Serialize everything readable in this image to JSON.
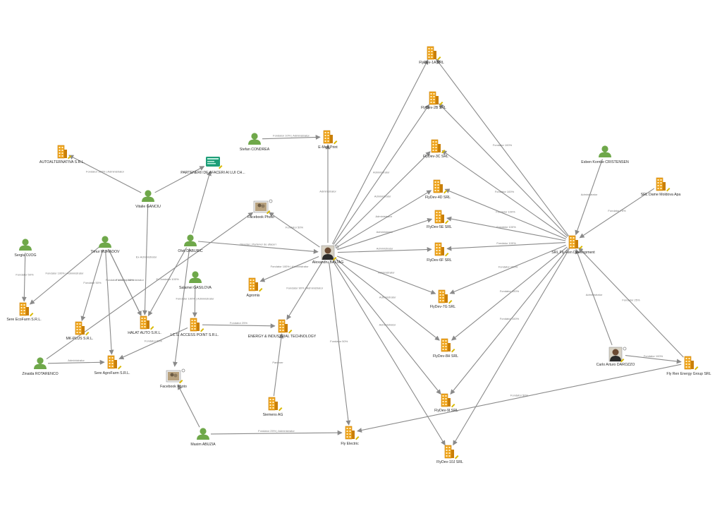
{
  "colors": {
    "person": "#6fa84a",
    "company": "#f0a51e",
    "company_dark": "#c97f08",
    "edge": "#8a8a8a",
    "badge": "#d9b800",
    "doc": "#1e9e78"
  },
  "nodes": [
    {
      "id": "flydev1a",
      "type": "company",
      "label": "FlyDev-1A SRL"
    },
    {
      "id": "flydev2b",
      "type": "company",
      "label": "FlyDev-2B SRL"
    },
    {
      "id": "flydev3c",
      "type": "company",
      "label": "FlyDev-3C SRL"
    },
    {
      "id": "flydev4d",
      "type": "company",
      "label": "FlyDev-4D SRL"
    },
    {
      "id": "flydev5e",
      "type": "company",
      "label": "FlyDev-5E SRL"
    },
    {
      "id": "flydev6f",
      "type": "company",
      "label": "FlyDev-6F SRL"
    },
    {
      "id": "flydev7g",
      "type": "company",
      "label": "FlyDev-7G SRL"
    },
    {
      "id": "flydev8h",
      "type": "company",
      "label": "FlyDev-8H SRL"
    },
    {
      "id": "flydev9i",
      "type": "company",
      "label": "FlyDev-9I SRL"
    },
    {
      "id": "flydev10j",
      "type": "company",
      "label": "FlyDev-10J SRL"
    },
    {
      "id": "flyren_dev",
      "type": "company",
      "label": "SRL Fly-Ren Development"
    },
    {
      "id": "flyren_energy",
      "type": "company",
      "label": "Fly Ren Energy Group SRL"
    },
    {
      "id": "fly_electric",
      "type": "company",
      "label": "Fly Electric"
    },
    {
      "id": "energy_tech",
      "type": "company",
      "label": "ENERGY & INDUSTRIAL TECHNOLOGY"
    },
    {
      "id": "siemens",
      "type": "company",
      "label": "Siemens AG"
    },
    {
      "id": "agromis",
      "type": "company",
      "label": "Agromis"
    },
    {
      "id": "emed",
      "type": "company",
      "label": "E-Med Print"
    },
    {
      "id": "autoalternativa",
      "type": "company",
      "label": "AUTOALTERNATIVA S.R.L."
    },
    {
      "id": "serei_ecofarm",
      "type": "company",
      "label": "Sere EcoFarm S.R.L."
    },
    {
      "id": "mkplus",
      "type": "company",
      "label": "MK-PLUS S.R.L."
    },
    {
      "id": "halat_auto",
      "type": "company",
      "label": "HALAT AUTO S.R.L."
    },
    {
      "id": "ics_access",
      "type": "company",
      "label": "I.C.S. ACCESS POINT S.R.L."
    },
    {
      "id": "sere_agrofarm",
      "type": "company",
      "label": "Sere AgroFarm S.R.L."
    },
    {
      "id": "srl_dame",
      "type": "company",
      "label": "SRL Dame Moldova Apa"
    },
    {
      "id": "parteneri",
      "type": "doc",
      "label": "PARTENERII DE AFACERI AI LUI CH..."
    },
    {
      "id": "fbphoto1",
      "type": "photo",
      "label": "Facebook Photo"
    },
    {
      "id": "fbphoto2",
      "type": "photo",
      "label": "Facebook Photo"
    },
    {
      "id": "baltag",
      "type": "portrait",
      "label": "Alexandru BALTAG"
    },
    {
      "id": "darozzo",
      "type": "portrait",
      "label": "Carlo Arturo DAROZZO"
    },
    {
      "id": "condrea",
      "type": "person",
      "label": "Stefan CONDREA"
    },
    {
      "id": "gancu",
      "type": "person",
      "label": "Vitalie GANCIU"
    },
    {
      "id": "daburic",
      "type": "person",
      "label": "Olvit DABURIC"
    },
    {
      "id": "gasilova",
      "type": "person",
      "label": "Salamei GASILOVA"
    },
    {
      "id": "muradov",
      "type": "person",
      "label": "Timur MURADOV"
    },
    {
      "id": "ojog",
      "type": "person",
      "label": "Sergiu OJOG"
    },
    {
      "id": "rotarenco",
      "type": "person",
      "label": "Zinaida ROTARENCO"
    },
    {
      "id": "abuzia",
      "type": "person",
      "label": "Maxim ABUZIA"
    },
    {
      "id": "cristensen",
      "type": "person",
      "label": "Esben Kornke CRISTENSEN"
    }
  ],
  "edges": [
    {
      "from": "baltag",
      "to": "flydev1a",
      "label": ""
    },
    {
      "from": "baltag",
      "to": "flydev2b",
      "label": "Administrator"
    },
    {
      "from": "baltag",
      "to": "flydev3c",
      "label": "Administrator"
    },
    {
      "from": "baltag",
      "to": "flydev4d",
      "label": "Administrator"
    },
    {
      "from": "baltag",
      "to": "flydev5e",
      "label": "Administrator"
    },
    {
      "from": "baltag",
      "to": "flydev6f",
      "label": "Administrator"
    },
    {
      "from": "baltag",
      "to": "flydev7g",
      "label": "Administrator"
    },
    {
      "from": "baltag",
      "to": "flydev8h",
      "label": "Administrator"
    },
    {
      "from": "baltag",
      "to": "flydev9i",
      "label": "Administrator"
    },
    {
      "from": "baltag",
      "to": "flydev10j",
      "label": ""
    },
    {
      "from": "baltag",
      "to": "emed",
      "label": "Administrator"
    },
    {
      "from": "baltag",
      "to": "fbphoto1",
      "label": "Fondator 50%"
    },
    {
      "from": "baltag",
      "to": "agromis",
      "label": "Fondator 100% | Administrator"
    },
    {
      "from": "baltag",
      "to": "energy_tech",
      "label": "Fondator 90% | Administrator"
    },
    {
      "from": "baltag",
      "to": "fly_electric",
      "label": "Fondator 50%"
    },
    {
      "from": "flyren_dev",
      "to": "flydev1a",
      "label": "Fondator 100%"
    },
    {
      "from": "flyren_dev",
      "to": "flydev2b",
      "label": ""
    },
    {
      "from": "flyren_dev",
      "to": "flydev3c",
      "label": "Fondator 100%"
    },
    {
      "from": "flyren_dev",
      "to": "flydev4d",
      "label": "Fondator 100%"
    },
    {
      "from": "flyren_dev",
      "to": "flydev5e",
      "label": "Fondator 100%"
    },
    {
      "from": "flyren_dev",
      "to": "flydev6f",
      "label": "Fondator 100%"
    },
    {
      "from": "flyren_dev",
      "to": "flydev7g",
      "label": "Fondator 100%"
    },
    {
      "from": "flyren_dev",
      "to": "flydev8h",
      "label": "Fondator 100%"
    },
    {
      "from": "flyren_dev",
      "to": "flydev9i",
      "label": "Fondator 100%"
    },
    {
      "from": "flyren_dev",
      "to": "flydev10j",
      "label": ""
    },
    {
      "from": "cristensen",
      "to": "flyren_dev",
      "label": "Administrator"
    },
    {
      "from": "srl_dame",
      "to": "flyren_dev",
      "label": "Fondator 75%"
    },
    {
      "from": "darozzo",
      "to": "flyren_dev",
      "label": "Administrator"
    },
    {
      "from": "darozzo",
      "to": "flyren_energy",
      "label": "Fondator 100%"
    },
    {
      "from": "flyren_energy",
      "to": "flyren_dev",
      "label": "Fondator 25%"
    },
    {
      "from": "flyren_energy",
      "to": "fly_electric",
      "label": "Fondator 50%"
    },
    {
      "from": "condrea",
      "to": "emed",
      "label": "Fondator 10% | Administrator"
    },
    {
      "from": "daburic",
      "to": "baltag",
      "label": "Director | Partener de afaceri"
    },
    {
      "from": "daburic",
      "to": "parteneri",
      "label": ""
    },
    {
      "from": "daburic",
      "to": "halat_auto",
      "label": "Ex-fondator 100%"
    },
    {
      "from": "daburic",
      "to": "fbphoto2",
      "label": ""
    },
    {
      "from": "gancu",
      "to": "autoalternativa",
      "label": "Fondator 100% | Administrator"
    },
    {
      "from": "gancu",
      "to": "parteneri",
      "label": ""
    },
    {
      "from": "gancu",
      "to": "halat_auto",
      "label": "Ex-Administrator"
    },
    {
      "from": "muradov",
      "to": "serei_ecofarm",
      "label": "Fondator 100% | Administrator"
    },
    {
      "from": "muradov",
      "to": "mkplus",
      "label": "Fondator 50%"
    },
    {
      "from": "muradov",
      "to": "sere_agrofarm",
      "label": ""
    },
    {
      "from": "muradov",
      "to": "halat_auto",
      "label": "Fondator 100% | Administrator"
    },
    {
      "from": "muradov",
      "to": "halat_auto",
      "label": "Fondator 40%"
    },
    {
      "from": "ojog",
      "to": "serei_ecofarm",
      "label": "Fondator 50%"
    },
    {
      "from": "gasilova",
      "to": "ics_access",
      "label": "Fondator 100% | Administrator"
    },
    {
      "from": "ics_access",
      "to": "energy_tech",
      "label": "Fondator 25%"
    },
    {
      "from": "ics_access",
      "to": "sere_agrofarm",
      "label": "Fondator 60%"
    },
    {
      "from": "rotarenco",
      "to": "sere_agrofarm",
      "label": "Administrator"
    },
    {
      "from": "rotarenco",
      "to": "fbphoto1",
      "label": ""
    },
    {
      "from": "siemens",
      "to": "energy_tech",
      "label": "Partener"
    },
    {
      "from": "abuzia",
      "to": "fbphoto2",
      "label": ""
    },
    {
      "from": "abuzia",
      "to": "fly_electric",
      "label": "Fondator 25% | Administrator"
    }
  ]
}
